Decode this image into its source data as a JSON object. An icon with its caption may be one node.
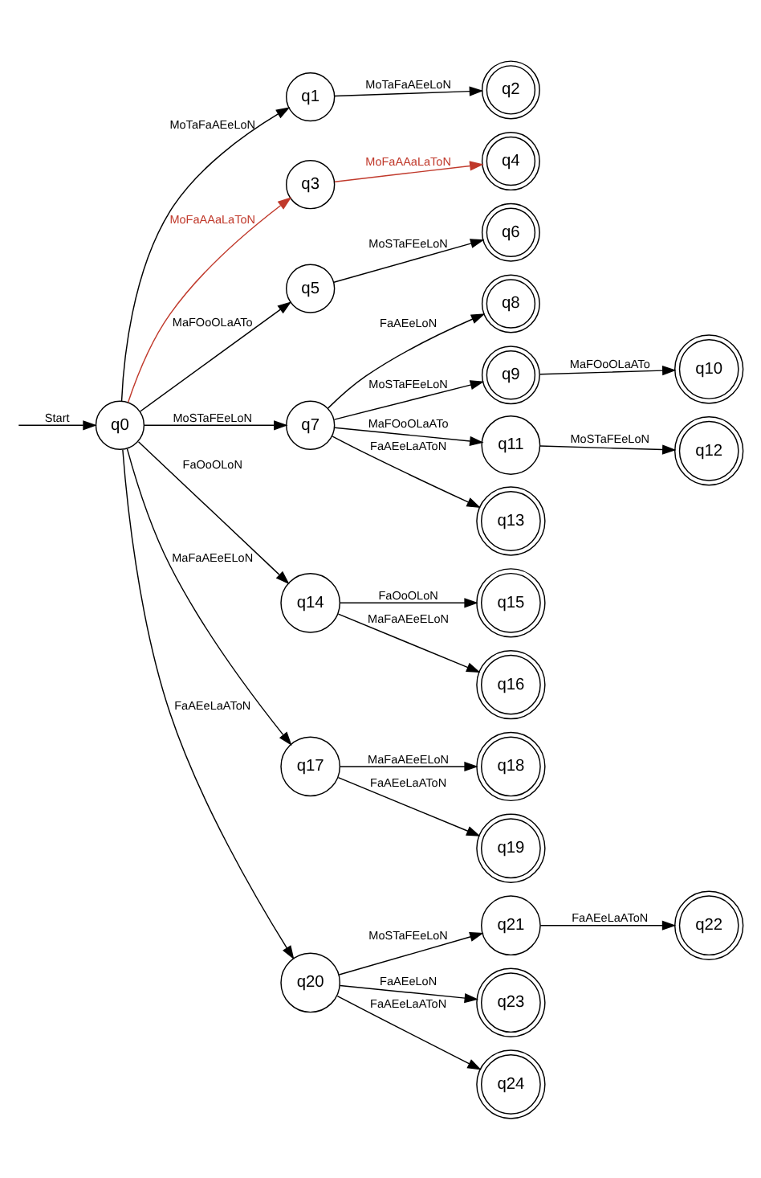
{
  "diagram": {
    "nodes": [
      {
        "text": [
          "q0"
        ]
      },
      {
        "text": [
          "q1"
        ]
      },
      {
        "text": [
          "q2"
        ]
      },
      {
        "text": [
          "q3"
        ]
      },
      {
        "text": [
          "q4"
        ]
      },
      {
        "text": [
          "q5"
        ]
      },
      {
        "text": [
          "q6"
        ]
      },
      {
        "text": [
          "q7"
        ]
      },
      {
        "text": [
          "q8"
        ]
      },
      {
        "text": [
          "q9"
        ]
      },
      {
        "text": [
          "q10"
        ]
      },
      {
        "text": [
          "q11"
        ]
      },
      {
        "text": [
          "q12"
        ]
      },
      {
        "text": [
          "q13"
        ]
      },
      {
        "text": [
          "q14"
        ]
      },
      {
        "text": [
          "q15"
        ]
      },
      {
        "text": [
          "q16"
        ]
      },
      {
        "text": [
          "q17"
        ]
      },
      {
        "text": [
          "q18"
        ]
      },
      {
        "text": [
          "q19"
        ]
      },
      {
        "text": [
          "q20"
        ]
      },
      {
        "text": [
          "q21"
        ]
      },
      {
        "text": [
          "q22"
        ]
      },
      {
        "text": [
          "q23"
        ]
      },
      {
        "text": [
          "q24"
        ]
      }
    ],
    "edges": [
      {
        "from": null,
        "to": 0,
        "arrow": "to",
        "label": "Start"
      },
      {
        "from": 0,
        "to": 1,
        "arrow": "to",
        "label": "MoTaFaAEeLoN"
      },
      {
        "from": 1,
        "to": 2,
        "arrow": "to",
        "label": "MoTaFaAEeLoN"
      },
      {
        "from": 0,
        "to": 3,
        "arrow": "to",
        "label": "MoFaAAaLaToN",
        "color": "#c0392b"
      },
      {
        "from": 3,
        "to": 4,
        "arrow": "to",
        "label": "MoFaAAaLaToN",
        "color": "#c0392b"
      },
      {
        "from": 0,
        "to": 5,
        "arrow": "to",
        "label": "MaFOoOLaATo"
      },
      {
        "from": 5,
        "to": 6,
        "arrow": "to",
        "label": "MoSTaFEeLoN"
      },
      {
        "from": 0,
        "to": 7,
        "arrow": "to",
        "label": "MoSTaFEeLoN"
      },
      {
        "from": 7,
        "to": 8,
        "arrow": "to",
        "label": "FaAEeLoN"
      },
      {
        "from": 7,
        "to": 9,
        "arrow": "to",
        "label": "MoSTaFEeLoN"
      },
      {
        "from": 9,
        "to": 10,
        "arrow": "to",
        "label": "MaFOoOLaATo"
      },
      {
        "from": 7,
        "to": 11,
        "arrow": "to",
        "label": "MaFOoOLaATo"
      },
      {
        "from": 11,
        "to": 12,
        "arrow": "to",
        "label": "MoSTaFEeLoN"
      },
      {
        "from": 7,
        "to": 13,
        "arrow": "to",
        "label": "FaAEeLaAToN"
      },
      {
        "from": 0,
        "to": 14,
        "arrow": "to",
        "label": "FaOoOLoN"
      },
      {
        "from": 14,
        "to": 15,
        "arrow": "to",
        "label": "FaOoOLoN"
      },
      {
        "from": 14,
        "to": 16,
        "arrow": "to",
        "label": "MaFaAEeELoN"
      },
      {
        "from": 0,
        "to": 17,
        "arrow": "to",
        "label": "MaFaAEeELoN"
      },
      {
        "from": 17,
        "to": 18,
        "arrow": "to",
        "label": "MaFaAEeELoN"
      },
      {
        "from": 17,
        "to": 19,
        "arrow": "to",
        "label": "FaAEeLaAToN"
      },
      {
        "from": 0,
        "to": 20,
        "arrow": "to",
        "label": "FaAEeLaAToN"
      },
      {
        "from": 20,
        "to": 21,
        "arrow": "to",
        "label": "MoSTaFEeLoN"
      },
      {
        "from": 21,
        "to": 22,
        "arrow": "to",
        "label": "FaAEeLaAToN"
      },
      {
        "from": 20,
        "to": 23,
        "arrow": "to",
        "label": "FaAEeLoN"
      },
      {
        "from": 20,
        "to": 24,
        "arrow": "to",
        "label": "FaAEeLaAToN"
      }
    ]
  }
}
